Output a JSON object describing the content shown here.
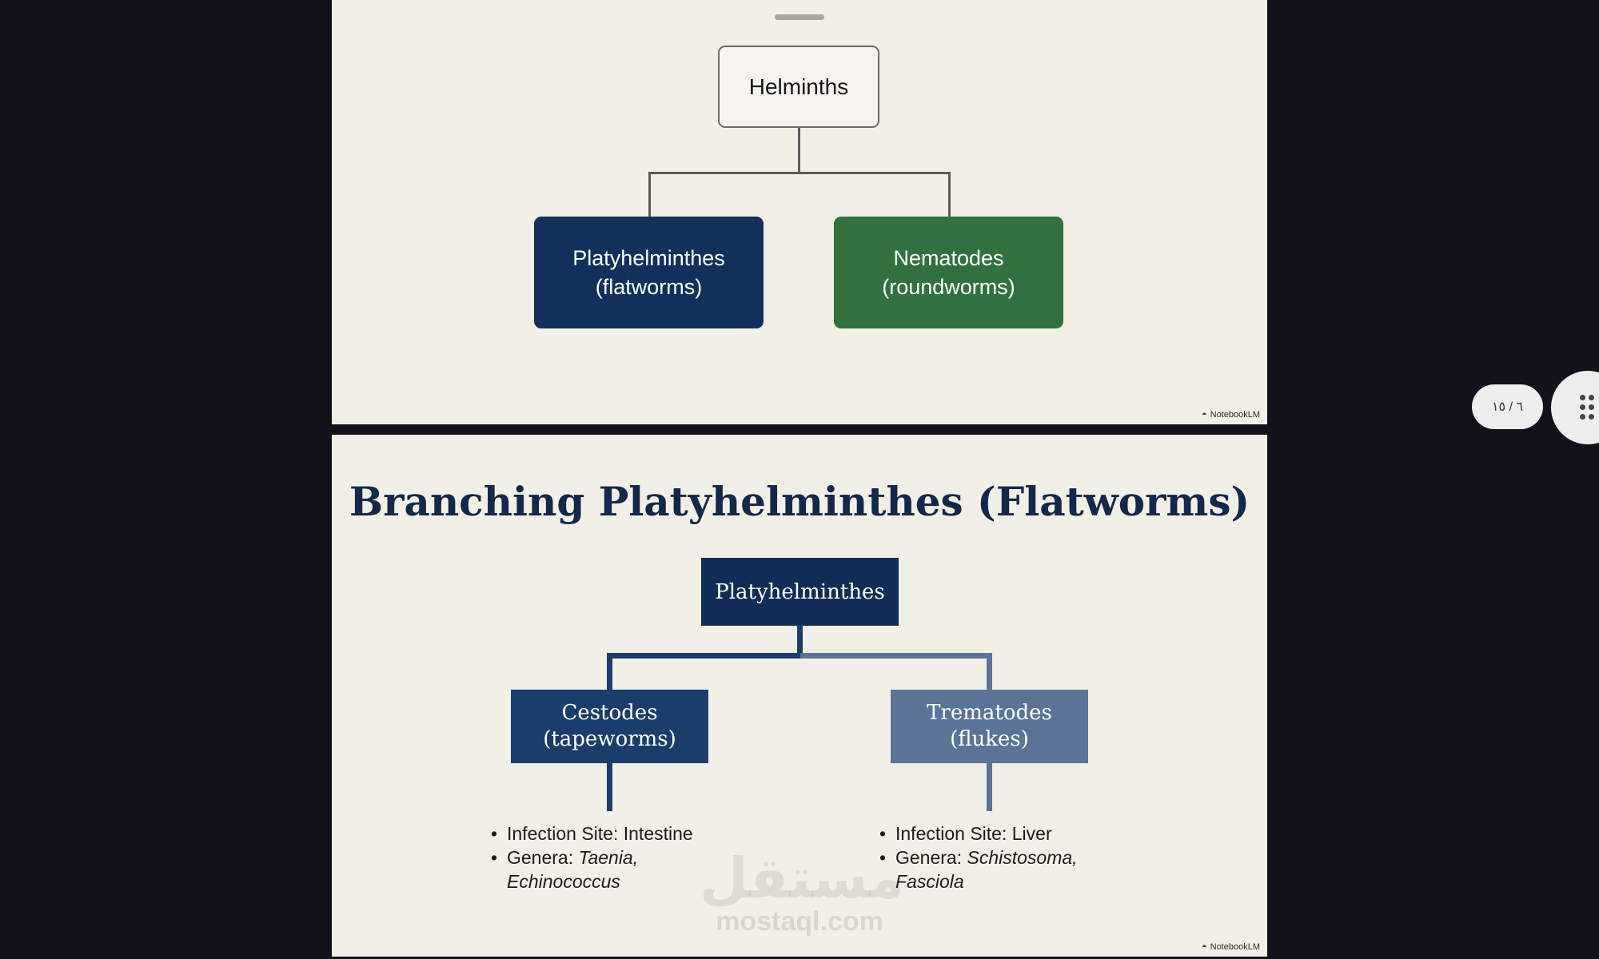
{
  "slide_top": {
    "root_label": "Helminths",
    "left_child": "Platyhelminthes\n(flatworms)",
    "right_child": "Nematodes\n(roundworms)",
    "brand": "NotebookLM",
    "colors": {
      "left_child_bg": "#12305b",
      "right_child_bg": "#317140",
      "background": "#f2efe6"
    }
  },
  "slide_bottom": {
    "title": "Branching Platyhelminthes (Flatworms)",
    "root_label": "Platyhelminthes",
    "left_child": "Cestodes\n(tapeworms)",
    "right_child": "Trematodes\n(flukes)",
    "left_bullets": {
      "site_label": "Infection Site: Intestine",
      "genera_prefix": "Genera: ",
      "genera_italic_1": "Taenia,",
      "genera_italic_2": "Echinococcus"
    },
    "right_bullets": {
      "site_label": "Infection Site: Liver",
      "genera_prefix": "Genera: ",
      "genera_italic_1": "Schistosoma,",
      "genera_italic_2": "Fasciola"
    },
    "watermark_logo": "مستقل",
    "watermark_url": "mostaql.com",
    "brand": "NotebookLM",
    "colors": {
      "root_bg": "#112d55",
      "left_child_bg": "#1b3d6c",
      "right_child_bg": "#5b7397",
      "title": "#13284a"
    }
  },
  "viewer": {
    "page_indicator": "٦ / ١٥",
    "grid_icon": "grid-dots-icon"
  }
}
